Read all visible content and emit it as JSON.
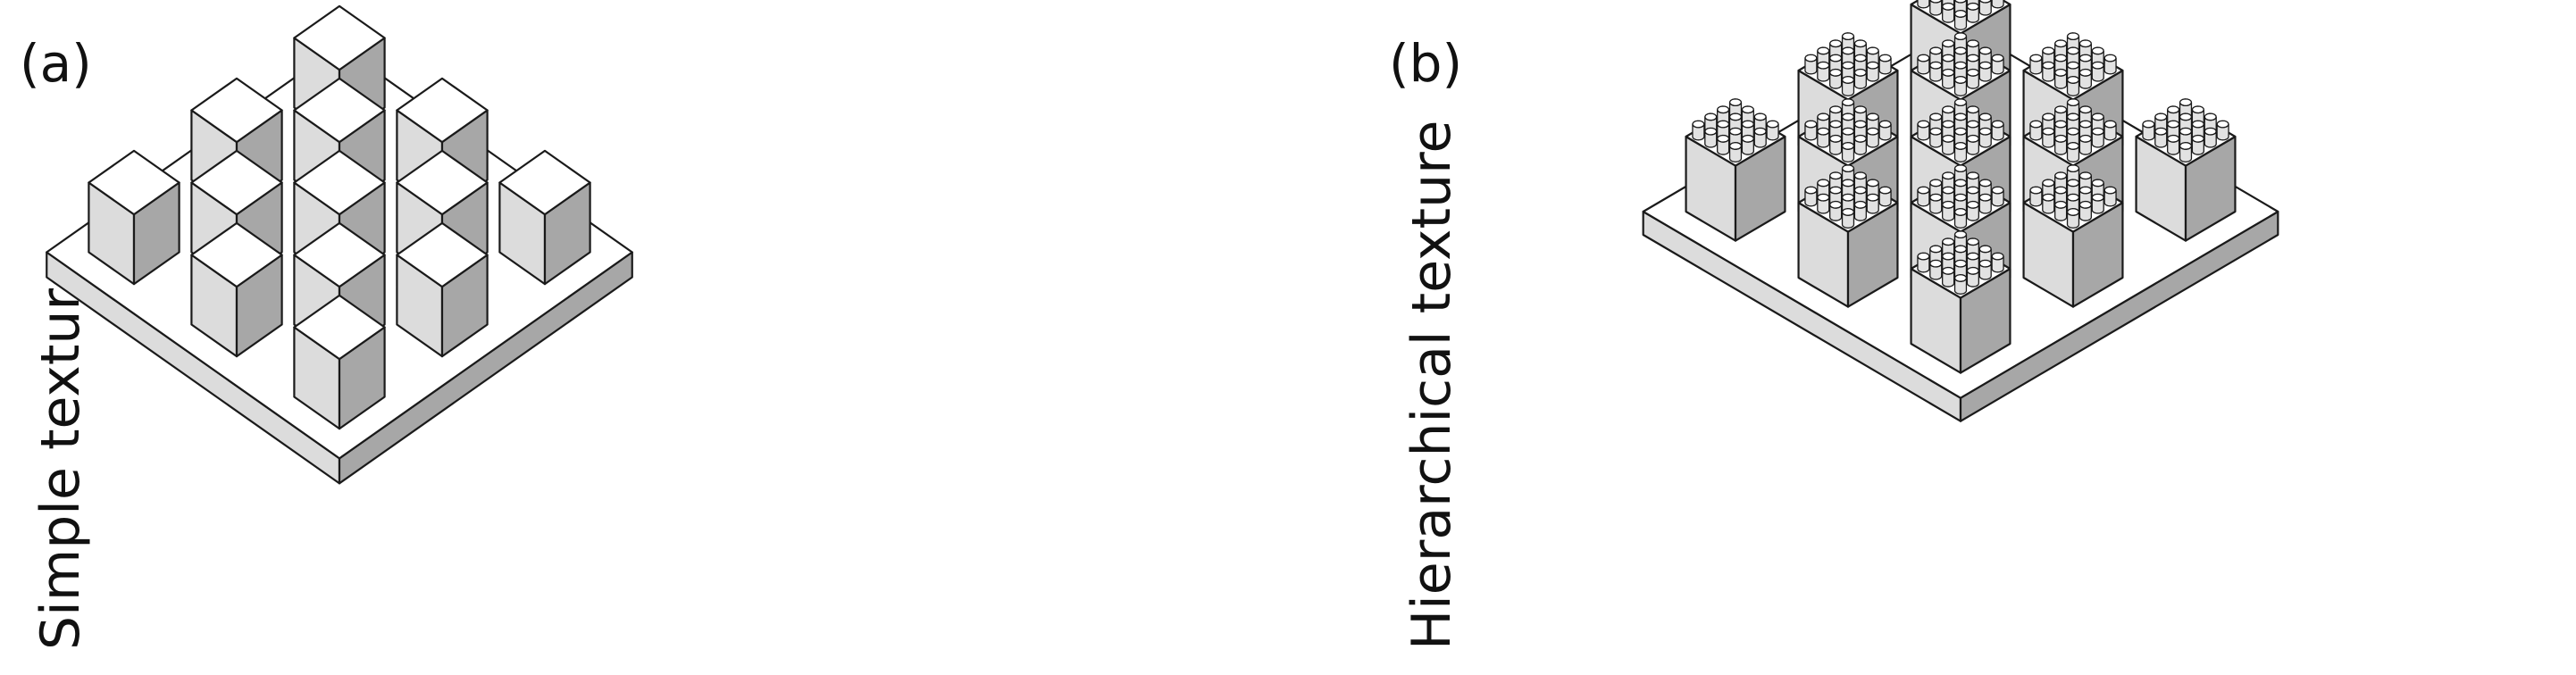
{
  "panel_a": {
    "label": "(a)",
    "title": "Simple texture",
    "grid_size": 5,
    "pattern": "checkerboard"
  },
  "panel_b": {
    "label": "(b)",
    "title": "Hierarchical texture",
    "grid_size": 5,
    "pattern": "checkerboard",
    "pillar_grid": 4
  },
  "colors": {
    "top": "#ffffff",
    "left": "#dcdcdc",
    "right": "#a7a7a7",
    "edge": "#1a1a1a"
  }
}
